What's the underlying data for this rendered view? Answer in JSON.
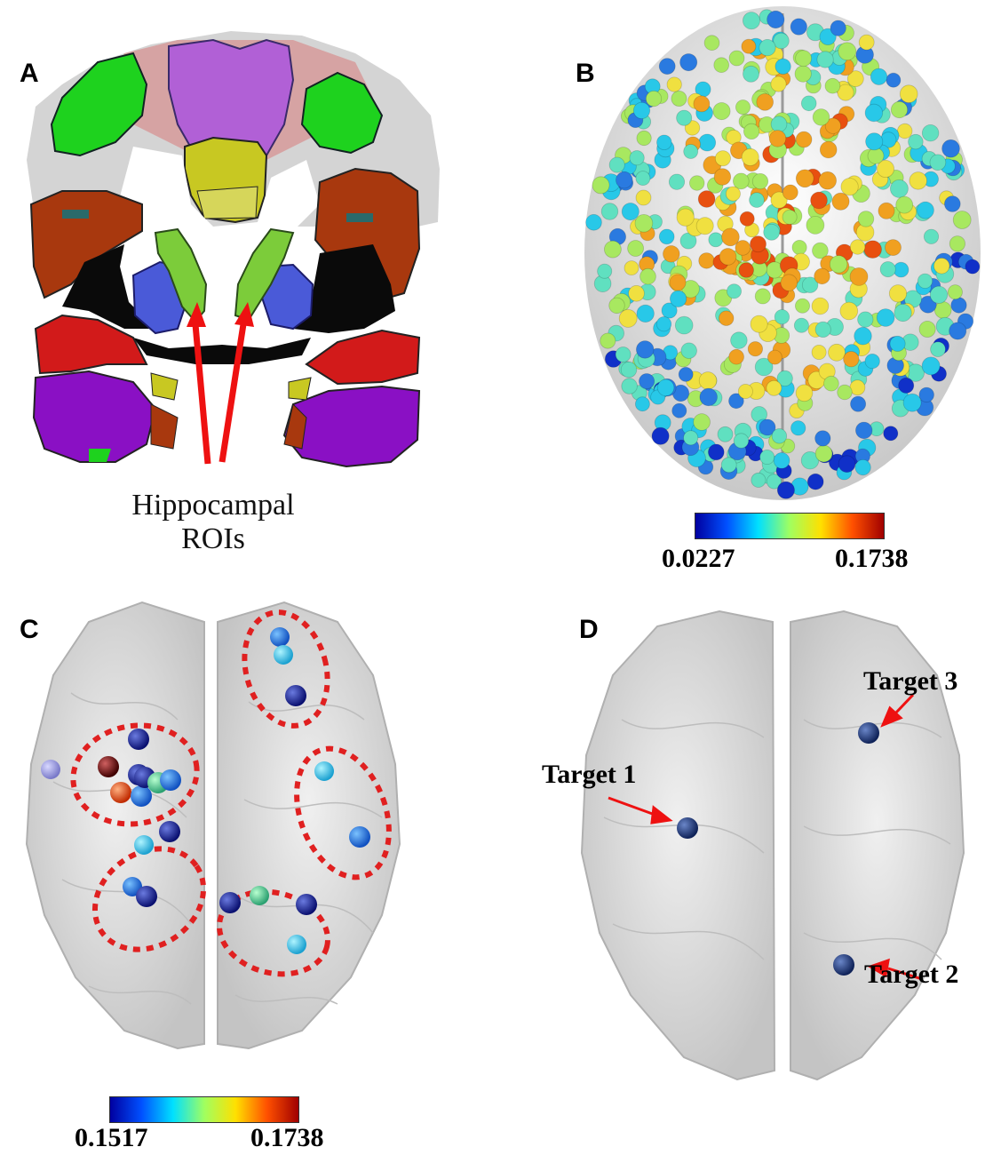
{
  "panels": {
    "a": {
      "label": "A",
      "annotation_line1": "Hippocampal",
      "annotation_line2": "ROIs"
    },
    "b": {
      "label": "B",
      "colorbar": {
        "min": "0.0227",
        "max": "0.1738",
        "colors": [
          "#0000a0",
          "#0050ff",
          "#00e0ff",
          "#a0ff60",
          "#ffe000",
          "#ff5000",
          "#a00000"
        ]
      }
    },
    "c": {
      "label": "C",
      "colorbar": {
        "min": "0.1517",
        "max": "0.1738",
        "colors": [
          "#0000a0",
          "#0050ff",
          "#00e0ff",
          "#a0ff60",
          "#ffe000",
          "#ff5000",
          "#a00000"
        ]
      }
    },
    "d": {
      "label": "D",
      "targets": [
        "Target 1",
        "Target 2",
        "Target 3"
      ]
    }
  },
  "colors": {
    "arrow": "#ee1111",
    "ellipse": "#e02020",
    "brain_glass": "#d8d8d8",
    "node_dark_blue": "#1a2f70",
    "hippocampus": "#7ccc3a"
  }
}
